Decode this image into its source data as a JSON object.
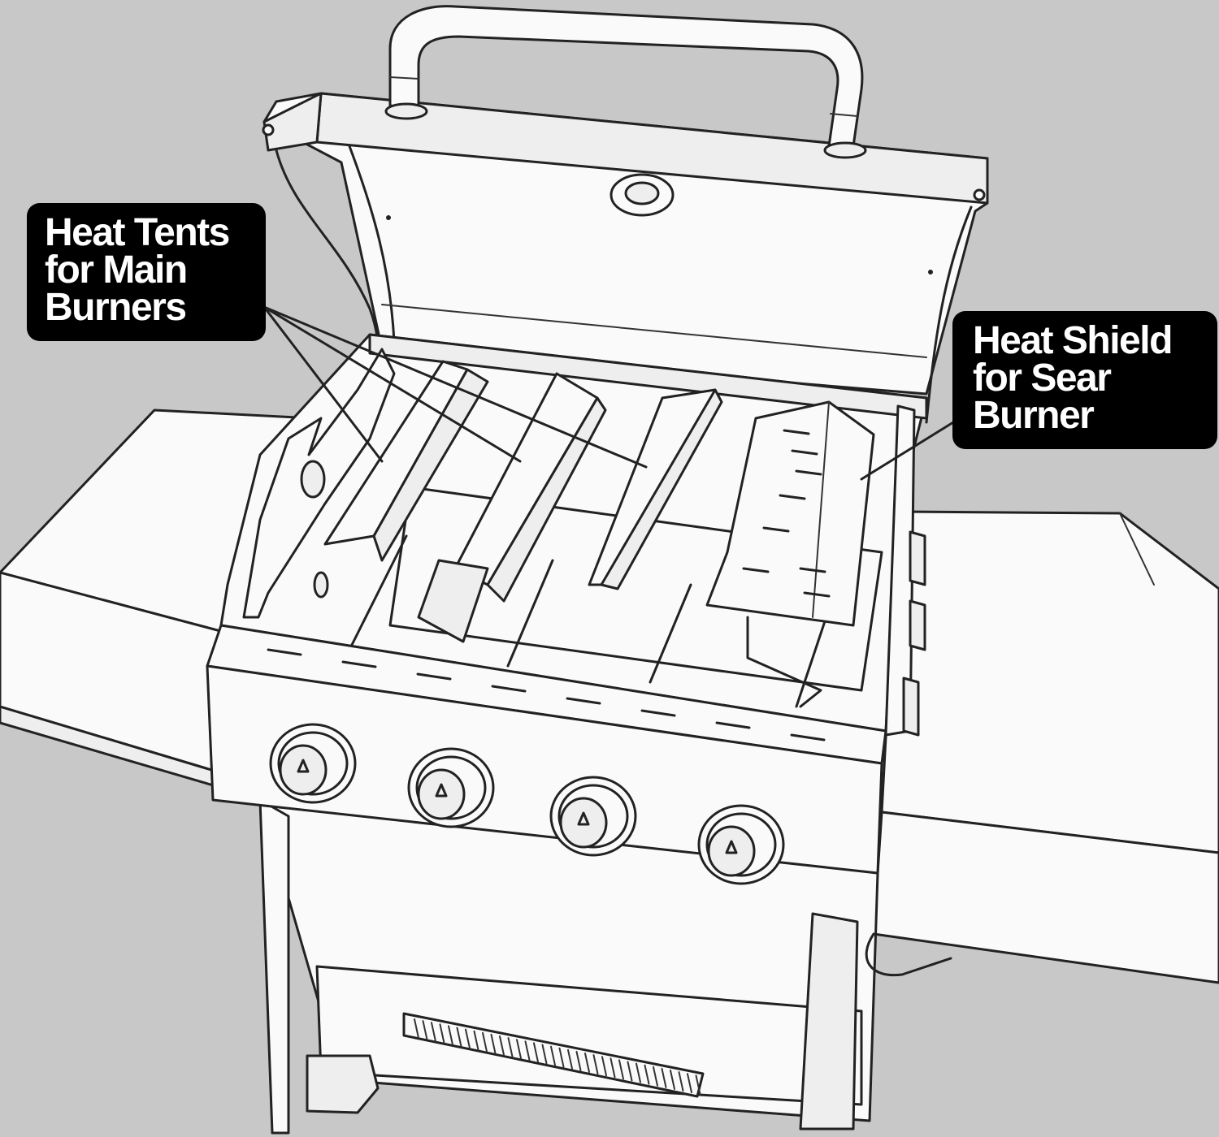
{
  "labels": {
    "heat_tents": [
      "Heat Tents",
      "for Main",
      "Burners"
    ],
    "heat_shield": [
      "Heat Shield",
      "for Sear",
      "Burner"
    ]
  },
  "knob_count": 4,
  "colors": {
    "background": "#c8c8c8",
    "line": "#222222",
    "label_bg": "#000000",
    "label_text": "#ffffff"
  }
}
